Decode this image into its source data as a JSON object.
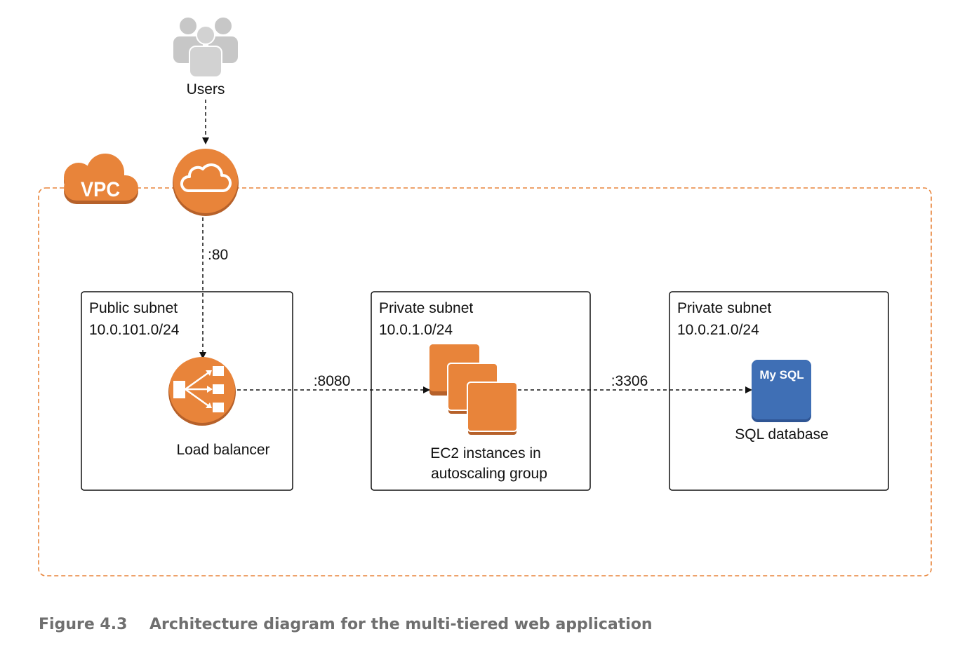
{
  "diagram": {
    "users_label": "Users",
    "vpc_label": "VPC",
    "port_80": ":80",
    "port_8080": ":8080",
    "port_3306": ":3306",
    "subnets": [
      {
        "title": "Public subnet",
        "cidr": "10.0.101.0/24"
      },
      {
        "title": "Private subnet",
        "cidr": "10.0.1.0/24"
      },
      {
        "title": "Private subnet",
        "cidr": "10.0.21.0/24"
      }
    ],
    "load_balancer_label": "Load balancer",
    "ec2_label_line1": "EC2 instances in",
    "ec2_label_line2": "autoscaling group",
    "mysql_label": "My SQL",
    "db_label": "SQL database"
  },
  "caption": {
    "figure_number": "Figure 4.3",
    "text": "Architecture diagram for the multi-tiered web application"
  },
  "colors": {
    "aws_orange": "#E8843A",
    "orange_dark": "#B6612A",
    "mysql_blue": "#3F6FB5",
    "icon_gray": "#C7C7C7",
    "caption_gray": "#6F6F6F"
  }
}
